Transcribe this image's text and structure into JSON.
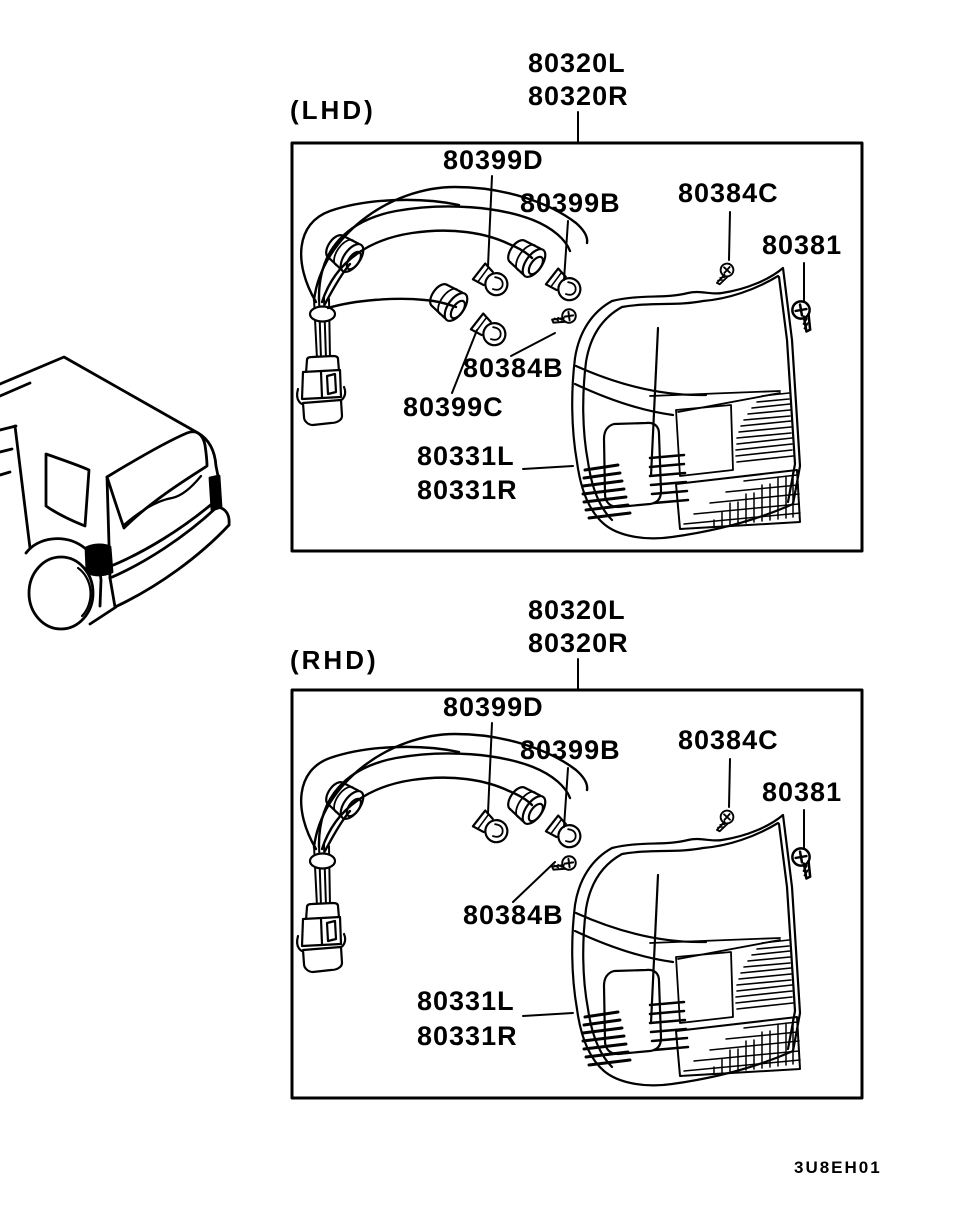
{
  "colors": {
    "ink": "#000000",
    "paper": "#ffffff"
  },
  "footer": {
    "code": "3U8EH01"
  },
  "sections": [
    {
      "id": "lhd",
      "caption": "(LHD)",
      "assembly": {
        "line1": "80320L",
        "line2": "80320R"
      },
      "callouts": {
        "socket_d": "80399D",
        "socket_b": "80399B",
        "screw_c": "80384C",
        "screw_main": "80381",
        "screw_b": "80384B",
        "socket_c": "80399C",
        "unit_l": "80331L",
        "unit_r": "80331R"
      }
    },
    {
      "id": "rhd",
      "caption": "(RHD)",
      "assembly": {
        "line1": "80320L",
        "line2": "80320R"
      },
      "callouts": {
        "socket_d": "80399D",
        "socket_b": "80399B",
        "screw_c": "80384C",
        "screw_main": "80381",
        "screw_b": "80384B",
        "unit_l": "80331L",
        "unit_r": "80331R"
      }
    }
  ]
}
